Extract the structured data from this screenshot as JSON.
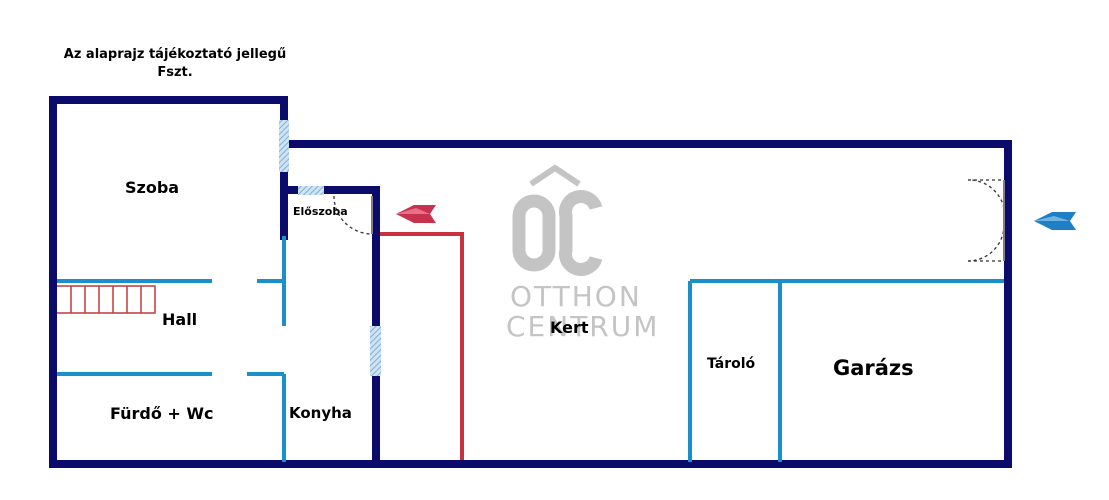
{
  "header": {
    "note": "Az alaprajz tájékoztató jellegű",
    "floor": "Fszt."
  },
  "rooms": {
    "szoba": "Szoba",
    "eloszoba": "Előszoba",
    "hall": "Hall",
    "furdo": "Fürdő + Wc",
    "konyha": "Konyha",
    "kert": "Kert",
    "tarolo": "Tároló",
    "garazs": "Garázs"
  },
  "watermark": {
    "logo": "ÔC",
    "line1": "OTTHON",
    "line2": "CENTRUM"
  },
  "colors": {
    "wall": "#0b0b6b",
    "inner_wall": "#1b8fc9",
    "path": "#c8323c",
    "arrow_in": "#1e7fc4",
    "arrow_out": "#c8324e",
    "stairs": "#c03a3a",
    "window": "#9fc8e6",
    "watermark": "#c4c4c4"
  },
  "icons": [
    "entrance-arrow-icon",
    "exit-arrow-icon",
    "door-swing-icon",
    "window-icon",
    "stairs-icon",
    "watermark-logo-icon"
  ]
}
